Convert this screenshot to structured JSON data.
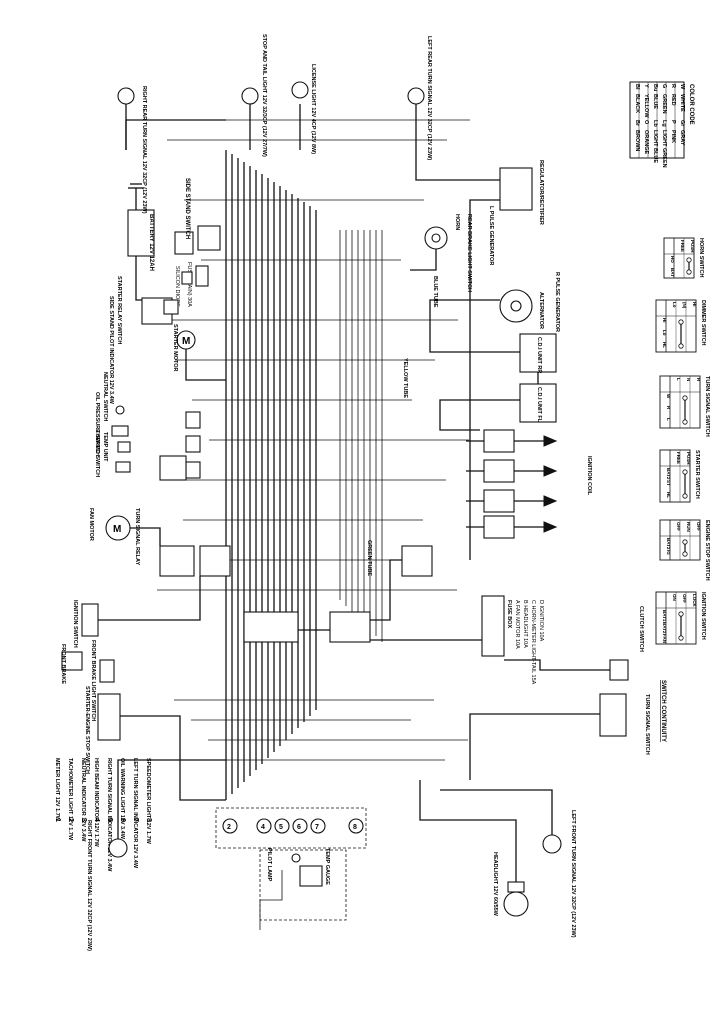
{
  "labels": {
    "right_rear_turn": "RIGHT REAR TURN SIGNAL 12V 32CP (12V 23W)",
    "stop_tail": "STOP AND TAIL LIGHT 12V 32/3CP (12V 27/7W)",
    "license_light": "LICENSE LIGHT 12V 4CP (12V 8W)",
    "left_rear_turn": "LEFT REAR TURN SIGNAL 12V 32CP (12V 23W)",
    "side_stand_switch": "SIDE STAND SWITCH",
    "battery": "BATTERY 12V 12AH",
    "fuse_main": "FUSE (MAIN) 30A",
    "silicon_diode": "SILICON DIODE",
    "starter_relay_switch": "STARTER RELAY SWITCH",
    "side_stand_pilot": "SIDE STAND PILOT INDICATOR 12V 3.4W",
    "starter_motor": "STARTER MOTOR",
    "neutral_switch": "NEUTRAL SWITCH",
    "oil_pressure_switch": "OIL PRESSURE SWITCH",
    "thermo_switch": "THERMO SWITCH",
    "temp_unit": "TEMP UNIT",
    "fan_motor": "FAN MOTOR",
    "turn_signal_relay": "TURN SIGNAL RELAY",
    "regulator_rectifier": "REGULATOR/RECTIFIER",
    "horn": "HORN",
    "rear_brake_switch": "REAR BRAKE LIGHT SWITCH",
    "l_pulse_generator": "L PULSE GENERATOR",
    "blue_tube": "BLUE TUBE",
    "alternator": "ALTERNATOR",
    "r_pulse_generator": "R PULSE GENERATOR",
    "yellow_tube": "YELLOW TUBE",
    "cdi_unit_rr": "C.D.I UNIT RR",
    "cdi_unit_fl": "C.D.I UNIT FL",
    "ignition_coil": "IGNITION COIL",
    "green_tube": "GREEN TUBE",
    "fuse_box": "FUSE BOX",
    "fuse_a": "A  FAN MOTOR  10A",
    "fuse_b": "B  HEADLIGHT  10A",
    "fuse_c": "C  HORN-METER LIGHT-TAIL 15A",
    "fuse_d": "D  IGNITION  10A",
    "front_brake": "FRONT BRAKE",
    "ignition_switch": "IGNITION SWITCH",
    "front_brake_switch": "FRONT BRAKE LIGHT SWITCH",
    "starter_engine_stop": "STARTER-ENGINE STOP SWITCH",
    "dimmer_switch_h": "DIMMER SWITCH",
    "pilot_lamp": "PILOT LAMP",
    "temp_gauge": "TEMP GAUGE",
    "clutch_switch": "CLUTCH SWITCH",
    "turn_signal_switch": "TURN SIGNAL SWITCH",
    "headlight": "HEADLIGHT 12V 60/55W",
    "left_front_turn": "LEFT FRONT TURN SIGNAL 12V 32CP (12V 23W)",
    "right_front_turn": "RIGHT FRONT TURN SIGNAL 12V 32CP (12V 23W)"
  },
  "meter_legend": [
    {
      "num": "1",
      "text": "METER LIGHT 12V 1.7W"
    },
    {
      "num": "2",
      "text": "TACHOMETER LIGHT 12V 1.7W"
    },
    {
      "num": "3",
      "text": "NEUTRAL INDICATOR 12V 3.4W"
    },
    {
      "num": "4",
      "text": "HIGH BEAM INDICATOR 12V 1.7W"
    },
    {
      "num": "5",
      "text": "RIGHT TURN SIGNAL INDICATOR 12V 3.4W"
    },
    {
      "num": "6",
      "text": "OIL WARNING LIGHT 12V 3.4W"
    },
    {
      "num": "7",
      "text": "LEFT TURN SIGNAL INDICATOR 12V 3.4W"
    },
    {
      "num": "8",
      "text": "SPEEDOMETER LIGHT 12V 1.7W"
    }
  ],
  "color_key": {
    "title": "COLOR CODE",
    "rows": [
      [
        "BI",
        "BLACK",
        "Br",
        "BROWN"
      ],
      [
        "Y",
        "YELLOW",
        "O",
        "ORANGE"
      ],
      [
        "Bu",
        "BLUE",
        "Lb",
        "LIGHT BLUE"
      ],
      [
        "G",
        "GREEN",
        "Lg",
        "LIGHT GREEN"
      ],
      [
        "R",
        "RED",
        "P",
        "PINK"
      ],
      [
        "W",
        "WHITE",
        "Gr",
        "GRAY"
      ]
    ]
  },
  "switch_continuity": {
    "title": "SWITCH CONTINUITY",
    "tables": [
      {
        "name": "HORN SWITCH",
        "cols": [
          "HO",
          "BAT"
        ],
        "rows": [
          "FREE",
          "PUSH"
        ]
      },
      {
        "name": "DIMMER SWITCH",
        "cols": [
          "HI",
          "Lo",
          "HL"
        ],
        "rows": [
          "Lo",
          "(N)",
          "HI"
        ]
      },
      {
        "name": "TURN SIGNAL SWITCH",
        "cols": [
          "W",
          "R",
          "L"
        ],
        "rows": [
          "L",
          "N",
          "R"
        ]
      },
      {
        "name": "STARTER SWITCH",
        "cols": [
          "BAT2",
          "ST",
          "HL"
        ],
        "rows": [
          "FREE",
          "PUSH"
        ]
      },
      {
        "name": "ENGINE STOP SWITCH",
        "cols": [
          "BAT2",
          "IG"
        ],
        "rows": [
          "OFF",
          "RUN",
          "OFF"
        ]
      },
      {
        "name": "IGNITION SWITCH",
        "cols": [
          "BAT1",
          "BAT2",
          "FAN"
        ],
        "rows": [
          "ON",
          "OFF",
          "LOCK"
        ]
      }
    ]
  }
}
